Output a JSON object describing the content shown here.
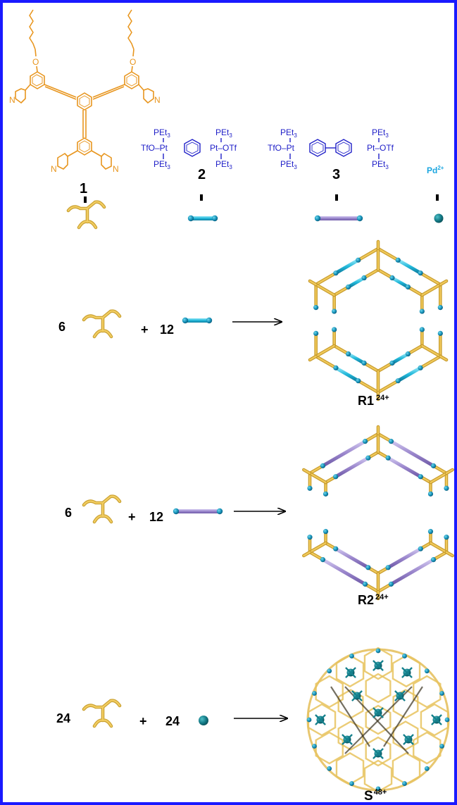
{
  "colors": {
    "border": "#1a1aff",
    "ligand": "#e8961f",
    "platinum_complex": "#2020c8",
    "strut": "#e5b84a",
    "cyan_bond": "#20b6d8",
    "purple_bond": "#9a86cc",
    "pd_node": "#147a8a",
    "pd_label": "#1aa6e0",
    "black": "#000000"
  },
  "compounds": [
    {
      "number": "1"
    },
    {
      "number": "2"
    },
    {
      "number": "3"
    },
    {
      "ion": "Pd",
      "charge": "2+"
    }
  ],
  "structure_text": {
    "ligand_atoms": {
      "oxygen": "O",
      "nitrogen": "N"
    },
    "complex_2": {
      "pet3": "PEt",
      "sub3": "3",
      "left_group": "TfO–Pt",
      "right_group": "Pt–OTf"
    },
    "complex_3": {
      "pet3": "PEt",
      "sub3": "3",
      "left_group": "TfO–Pt",
      "right_group": "Pt–OTf"
    }
  },
  "reactions": [
    {
      "coef_ligand": "6",
      "plus": "+",
      "coef_linker": "12",
      "product": "R1",
      "charge": "24+"
    },
    {
      "coef_ligand": "6",
      "plus": "+",
      "coef_linker": "12",
      "product": "R2",
      "charge": "24+"
    },
    {
      "coef_ligand": "24",
      "plus": "+",
      "coef_linker": "24",
      "product": "S",
      "charge": "48+"
    }
  ]
}
